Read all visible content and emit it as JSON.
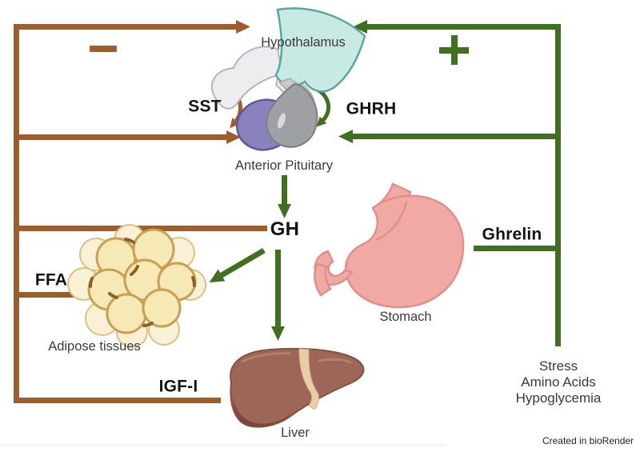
{
  "organs": {
    "hypothalamus": "Hypothalamus",
    "anterior_pituitary": "Anterior Pituitary",
    "stomach": "Stomach",
    "adipose_tissues": "Adipose tissues",
    "liver": "Liver"
  },
  "hormones": {
    "sst": "SST",
    "ghrh": "GHRH",
    "gh": "GH",
    "ghrelin": "Ghrelin",
    "ffa": "FFA",
    "igf1": "IGF-I"
  },
  "signs": {
    "negative": "−",
    "positive": "+"
  },
  "stimuli": [
    "Stress",
    "Amino Acids",
    "Hypoglycemia"
  ],
  "credit": "Created in bioRender",
  "colors": {
    "negative_feedback": "#9d5e2b",
    "positive_stimulation": "#40701f",
    "hypothalamus_fill": "#c9e9e5",
    "hypothalamus_stroke": "#55a9a1",
    "pituitary_purple": "#8a82bc",
    "pituitary_gray": "#9fa0a4",
    "stomach_pink": "#f1a9a4",
    "adipose_yellow": "#f6e6ae",
    "liver_brown": "#9c6758",
    "label_text": "#3a3a3a"
  },
  "edges": [
    {
      "from": "Hypothalamus",
      "to": "Anterior Pituitary",
      "label": "SST",
      "polarity": "negative"
    },
    {
      "from": "Hypothalamus",
      "to": "Anterior Pituitary",
      "label": "GHRH",
      "polarity": "positive"
    },
    {
      "from": "Anterior Pituitary",
      "to": "GH",
      "polarity": "positive"
    },
    {
      "from": "GH",
      "to": "Adipose tissues",
      "polarity": "positive"
    },
    {
      "from": "GH",
      "to": "Liver",
      "polarity": "positive"
    },
    {
      "from": "GH",
      "to": "Hypothalamus and Anterior Pituitary",
      "polarity": "negative"
    },
    {
      "from": "FFA (Adipose tissues)",
      "to": "Hypothalamus and Anterior Pituitary",
      "polarity": "negative"
    },
    {
      "from": "IGF-I (Liver)",
      "to": "Hypothalamus and Anterior Pituitary",
      "polarity": "negative"
    },
    {
      "from": "Ghrelin (Stomach)",
      "to": "Hypothalamus and Anterior Pituitary",
      "polarity": "positive"
    },
    {
      "from": "Stress, Amino Acids, Hypoglycemia",
      "to": "Hypothalamus and Anterior Pituitary",
      "polarity": "positive"
    }
  ]
}
